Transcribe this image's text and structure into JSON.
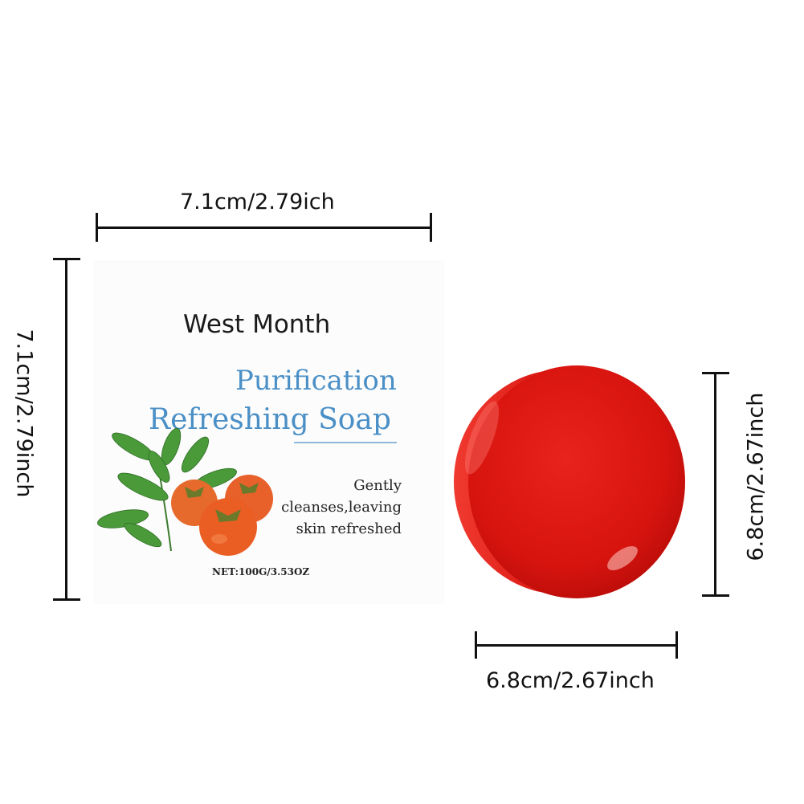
{
  "box_dimensions": {
    "width_label": "7.1cm/2.79ich",
    "height_label": "7.1cm/2.79inch"
  },
  "soap_dimensions": {
    "height_label": "6.8cm/2.67inch",
    "width_label": "6.8cm/2.67inch"
  },
  "package": {
    "brand": "West Month",
    "title_line1": "Purification",
    "title_line2": "Refreshing Soap",
    "tagline_line1": "Gently",
    "tagline_line2": "cleanses,leaving",
    "tagline_line3": "skin refreshed",
    "net_weight": "NET:100G/3.53OZ"
  },
  "colors": {
    "title_blue": "#4a8fc6",
    "soap_red": "#e01a1a",
    "persimmon_orange": "#e8602a",
    "leaf_green": "#4a9a3a"
  }
}
